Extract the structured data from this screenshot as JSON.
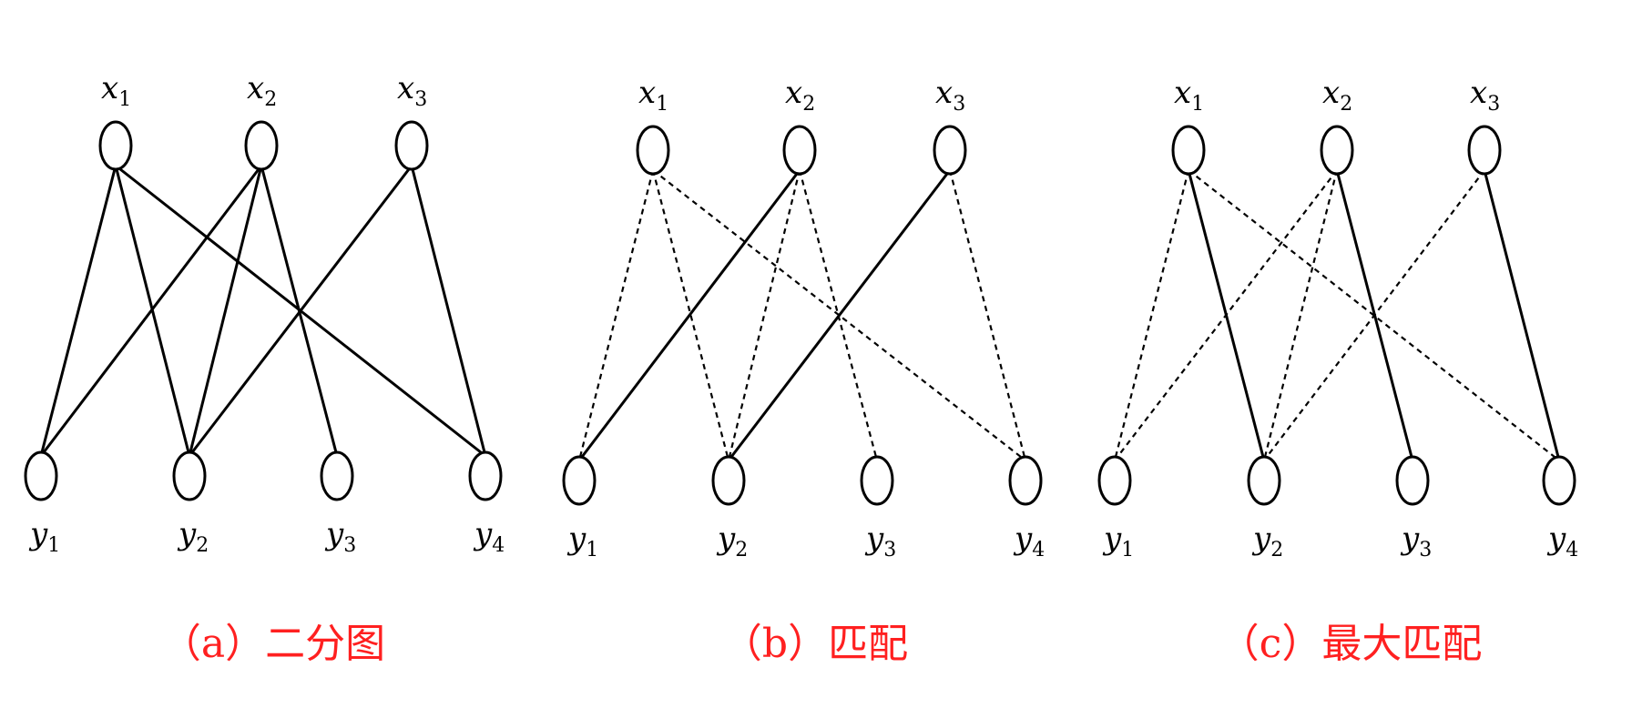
{
  "diagrams": [
    {
      "caption": "（a）二分图",
      "edges": [
        {
          "from": 0,
          "to": 0,
          "style": "solid"
        },
        {
          "from": 0,
          "to": 1,
          "style": "solid"
        },
        {
          "from": 0,
          "to": 3,
          "style": "solid"
        },
        {
          "from": 1,
          "to": 0,
          "style": "solid"
        },
        {
          "from": 1,
          "to": 1,
          "style": "solid"
        },
        {
          "from": 1,
          "to": 2,
          "style": "solid"
        },
        {
          "from": 2,
          "to": 1,
          "style": "solid"
        },
        {
          "from": 2,
          "to": 3,
          "style": "solid"
        }
      ]
    },
    {
      "caption": "（b）匹配",
      "edges": [
        {
          "from": 0,
          "to": 0,
          "style": "dashed"
        },
        {
          "from": 0,
          "to": 1,
          "style": "dashed"
        },
        {
          "from": 0,
          "to": 3,
          "style": "dashed"
        },
        {
          "from": 1,
          "to": 0,
          "style": "solid"
        },
        {
          "from": 1,
          "to": 1,
          "style": "dashed"
        },
        {
          "from": 1,
          "to": 2,
          "style": "dashed"
        },
        {
          "from": 2,
          "to": 1,
          "style": "solid"
        },
        {
          "from": 2,
          "to": 3,
          "style": "dashed"
        }
      ]
    },
    {
      "caption": "（c）最大匹配",
      "edges": [
        {
          "from": 0,
          "to": 0,
          "style": "dashed"
        },
        {
          "from": 0,
          "to": 1,
          "style": "solid"
        },
        {
          "from": 0,
          "to": 3,
          "style": "dashed"
        },
        {
          "from": 1,
          "to": 0,
          "style": "dashed"
        },
        {
          "from": 1,
          "to": 1,
          "style": "dashed"
        },
        {
          "from": 1,
          "to": 2,
          "style": "solid"
        },
        {
          "from": 2,
          "to": 1,
          "style": "dashed"
        },
        {
          "from": 2,
          "to": 3,
          "style": "solid"
        }
      ]
    }
  ],
  "top_nodes": [
    {
      "letter": "x",
      "sub": "1"
    },
    {
      "letter": "x",
      "sub": "2"
    },
    {
      "letter": "x",
      "sub": "3"
    }
  ],
  "bottom_nodes": [
    {
      "letter": "y",
      "sub": "1"
    },
    {
      "letter": "y",
      "sub": "2"
    },
    {
      "letter": "y",
      "sub": "3"
    },
    {
      "letter": "y",
      "sub": "4"
    }
  ],
  "colors": {
    "caption": "#ff2020",
    "lines": "#000000",
    "background": "#ffffff"
  }
}
